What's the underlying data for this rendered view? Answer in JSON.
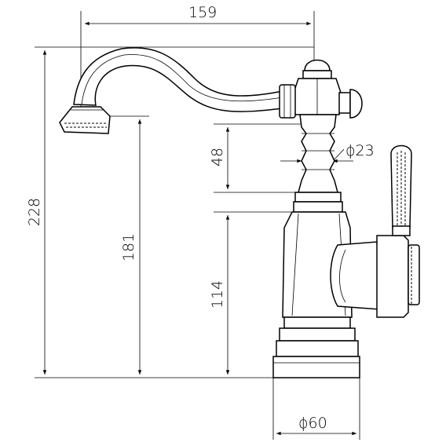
{
  "dimensions": {
    "width_top": "159",
    "height_total": "228",
    "spout_height": "181",
    "neck_height": "48",
    "base_height": "114",
    "neck_diameter": "ϕ23",
    "base_diameter": "ϕ60"
  }
}
